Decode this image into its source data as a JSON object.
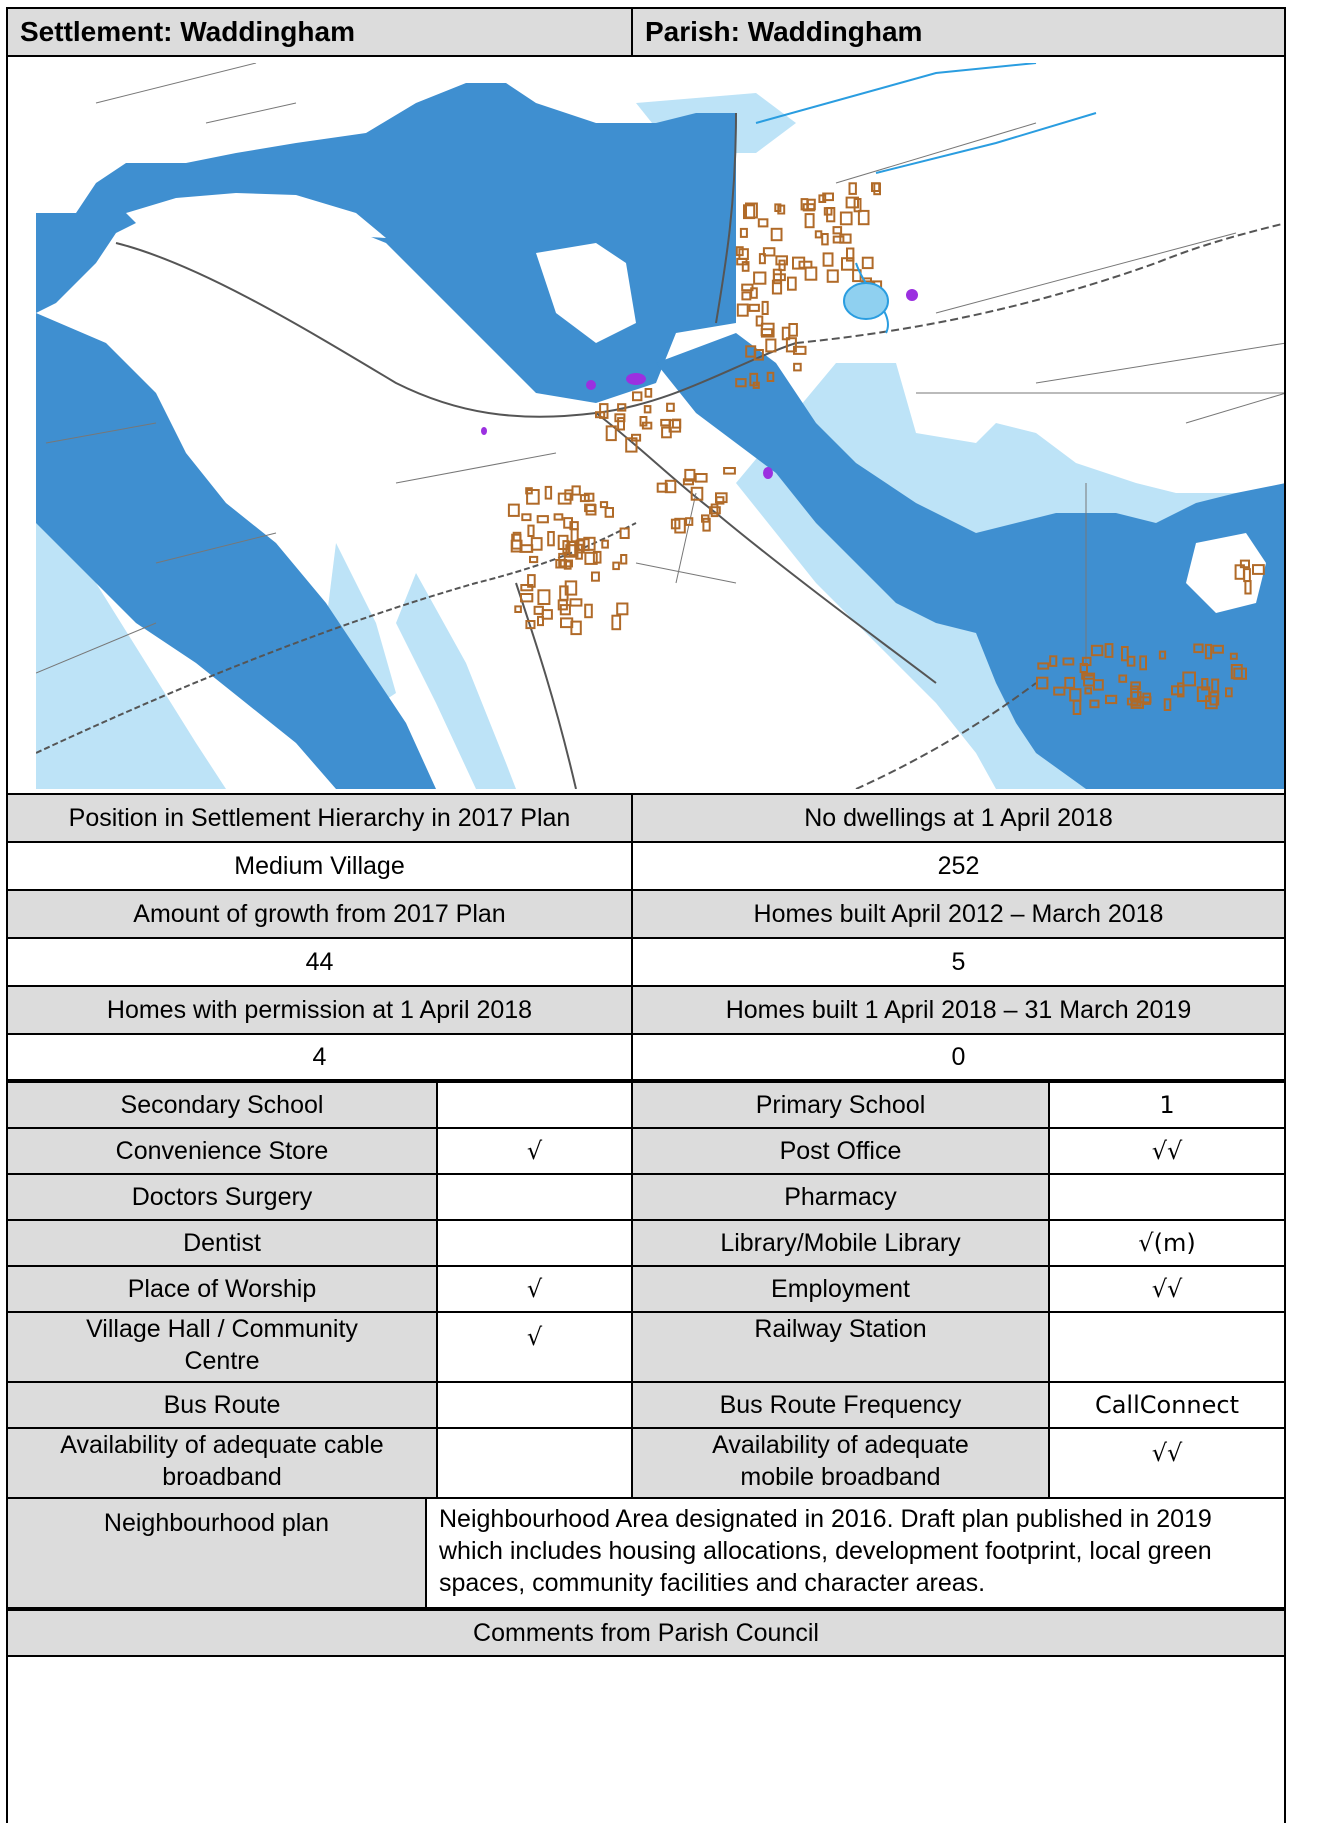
{
  "header": {
    "settlement": "Settlement: Waddingham",
    "parish": "Parish: Waddingham"
  },
  "map": {
    "colors": {
      "flood_zone_3": "#3f8fd0",
      "flood_zone_2": "#bde3f7",
      "buildings": "#b06a28",
      "highlight": "#9b30e0",
      "water_lines": "#2a9de0"
    }
  },
  "summary": [
    {
      "left_label": "Position in Settlement Hierarchy in 2017 Plan",
      "right_label": "No dwellings at 1 April 2018",
      "left_value": "Medium Village",
      "right_value": "252"
    },
    {
      "left_label": "Amount of growth from 2017 Plan",
      "right_label": "Homes built April 2012 – March 2018",
      "left_value": "44",
      "right_value": "5"
    },
    {
      "left_label": "Homes with permission at 1 April 2018",
      "right_label": "Homes built 1 April 2018 – 31 March 2019",
      "left_value": "4",
      "right_value": "0"
    }
  ],
  "facilities": [
    {
      "l": "Secondary School",
      "lv": "",
      "r": "Primary School",
      "rv": "1"
    },
    {
      "l": "Convenience Store",
      "lv": "√",
      "r": "Post Office",
      "rv": "√√"
    },
    {
      "l": "Doctors Surgery",
      "lv": "",
      "r": "Pharmacy",
      "rv": ""
    },
    {
      "l": "Dentist",
      "lv": "",
      "r": "Library/Mobile Library",
      "rv": "√(m)"
    },
    {
      "l": "Place of Worship",
      "lv": "√",
      "r": "Employment",
      "rv": "√√"
    },
    {
      "l": "Village Hall / Community Centre",
      "lv": "√",
      "r": "Railway Station",
      "rv": ""
    },
    {
      "l": "Bus Route",
      "lv": "",
      "r": "Bus Route Frequency",
      "rv": "CallConnect"
    },
    {
      "l": "Availability of adequate cable broadband",
      "lv": "",
      "r": "Availability of adequate mobile broadband",
      "rv": "√√"
    }
  ],
  "neighbourhood": {
    "label": "Neighbourhood plan",
    "text": "Neighbourhood Area designated in 2016. Draft plan published in 2019 which includes housing allocations, development footprint, local green spaces, community facilities and character areas."
  },
  "comments": {
    "label": "Comments from Parish Council",
    "text": ""
  }
}
